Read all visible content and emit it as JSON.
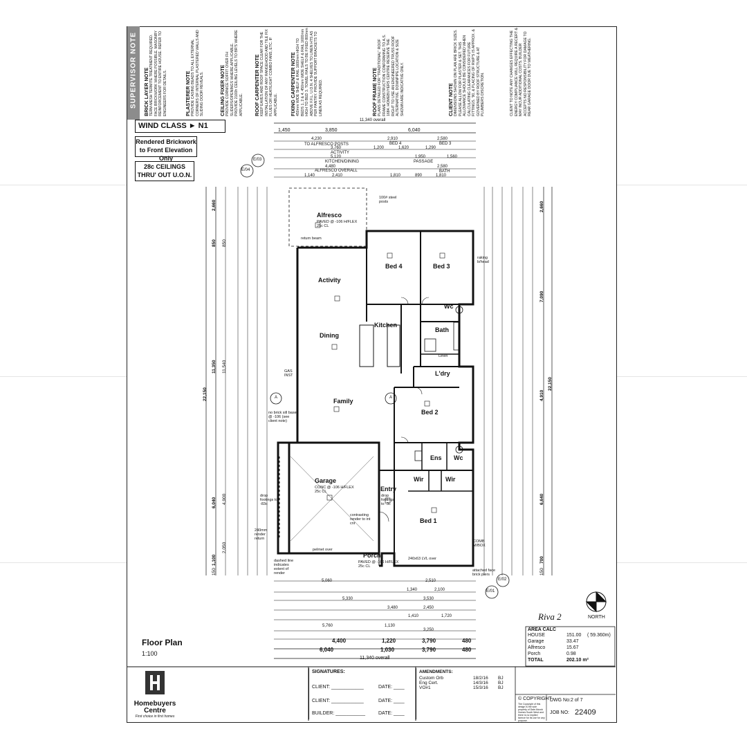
{
  "notes": [
    {
      "title": "BRICK LAYER NOTE",
      "body": "TERM-MESH TERMITE TREATMENT REQUIRED. FACE BRICKWORK WHERE POSSIBLE. MASONRY REINFORCEMENT TO ENTIRE HOUSE. REFER TO ENGINEERS FOR DETAILS."
    },
    {
      "title": "PLASTERER NOTE",
      "body": "PROVIDE CASING BEADS TO ALL EXTERNAL CORNERS OF INTERNAL PLASTERED WALLS AND SLIDING DOOR REVEALS."
    },
    {
      "title": "CEILING FIXER NOTE",
      "body": "PROVIDE CORNICE SOFFIT OVER FH SLIDERS/OPENINGS WHERE APPLICABLE. PROVIDE 2100h CEILING LEVELS TO BR'S WHERE APPLICABLE."
    },
    {
      "title": "ROOF CARPENTER NOTE",
      "body": "KEEP EAVES AND ROOF SPACE CLEAR FOR THE INSTALLATION OF ANY RANGEHOOD AND TILE FIX FLUES OR HEAT/LIGHT COMBO FANS, ETC. IF APPLICABLE."
    },
    {
      "title": "FIXING CARPENTER NOTE",
      "body": "450mm WIDE SHELF & RAIL 1600mm HIGH TO BEDS 1, 2 & 4. 450mm WIDE SHELF & RAIL 1600mm HIGH TO BED 3. TOWEL RAILS TO BE FIXED 800mm ABOVE F.F.L. U.O.N. 4 SHELVES TO LINEN HTS AS PER PANTRY. PROVIDE SUPPORT BRACKETS TO LINEN AS REQUIRED."
    },
    {
      "title": "ROOF FRAME NOTE",
      "body": "PLANS DETAILED FOR \"TRADITIONAL\" ROOF FRAME CONSTRUCTION CONFORMING TO A.S. 1684. HOMEBUYERS CENTRE RESERVE THE RIGHT TO USE AN ENGINEERED TRUSS ROOF ALTERNATIVE. DOWNPIPE LOCATION & SIZE SHOWN ARE INDICATIVE ONLY."
    },
    {
      "title": "CLIENT NOTE",
      "body": "DIMENSIONS SHOWN ON PLAN ARE BRICK SIZES. PLEASE ALLOW FOR PLASTER & SET. THIS ALLOWANCE SHOULD BE CONSIDERED WHEN CALCULATING CLEARANCES FOR FUTURE FITTINGS. '90, & PLACING OF RWP'S IS APPROX. & GOVERNED BY ROOF STRUCTURE & AT PLUMBERS DISCRETION."
    },
    {
      "title": "",
      "body": "CLIENT TO NOTE ANY CHANGES EFFECTING THE ENERGY COMPLIANCE WILL REQUIRE A RECERT & MAY INCUR ADDITIONAL COSTS. BUILDER ACCEPTS NO RESPONSIBILITY FOR DAMAGE TO REAR GARAGE DOOR DUE TO WEATHERING."
    }
  ],
  "supervisor_label": "SUPERVISOR NOTE",
  "wind_class": "WIND CLASS  ►  N1",
  "rendered_note": "Rendered Brickwork to Front Elevation Only",
  "ceilings_note": "28c CEILINGS THRU' OUT U.O.N.",
  "rooms": {
    "alfresco": "Alfresco",
    "alfresco_sub": "PAVED @ -106 H/FLEX 25c CL",
    "activity": "Activity",
    "dining": "Dining",
    "kitchen": "Kitchen",
    "family": "Family",
    "garage": "Garage",
    "garage_sub": "CONC @ -106 H/FLEX 25c CL",
    "entry": "Entry",
    "porch": "Porch",
    "porch_sub": "PAVED @ -106 H/FLEX 25c CL",
    "bed1": "Bed 1",
    "bed2": "Bed 2",
    "bed3": "Bed 3",
    "bed4": "Bed 4",
    "bath": "Bath",
    "wc1": "Wc",
    "wc2": "Wc",
    "ens": "Ens",
    "ldry": "L'dry",
    "wir1": "Wir",
    "wir2": "Wir",
    "linen": "Linen"
  },
  "top_dims": {
    "overall": "11,340",
    "overall_unit": "overall",
    "a": "1,450",
    "b": "3,850",
    "c": "6,040",
    "alfresco_posts": "4,230",
    "alfresco_posts_lbl": "TO ALFRESCO POSTS",
    "activity": "3,760",
    "activity_lbl": "ACTIVITY",
    "kitchen_dining": "5,120",
    "kitchen_dining_lbl": "KITCHEN/DINING",
    "alfresco_overall": "4,480",
    "alfresco_overall_lbl": "ALFRESCO OVERALL",
    "bed4": "2,910",
    "bed4_lbl": "BED 4",
    "bed3": "2,580",
    "bed3_lbl": "BED 3",
    "robe": "1,200",
    "robe2": "1,620",
    "robe3": "1,290",
    "passage": "1,950",
    "passage_lbl": "PASSAGE",
    "wc": "1,560",
    "bath": "2,580",
    "bath_lbl": "BATH",
    "r1": "1,140",
    "r2": "2,410",
    "r3": "1,810",
    "r4": "890",
    "r5": "1,810"
  },
  "bottom_dims": {
    "overall": "11,340",
    "overall_unit": "overall",
    "d1": "5,060",
    "d2": "2,510",
    "pass": "1,340",
    "ldry_linen": "2,100",
    "family": "5,330",
    "bed2": "3,530",
    "entry": "3,480",
    "ensuite": "2,450",
    "wir1": "1,410",
    "wir2": "1,720",
    "garage_internal": "5,760",
    "porch": "1,130",
    "bed1": "3,250",
    "g": "4,400",
    "e": "1,220",
    "f": "3,790",
    "h": "480",
    "p": "6,040",
    "q": "1,030",
    "r": "3,790",
    "s": "480"
  },
  "side_dims": {
    "left_a": "22,150",
    "left_b": "11,350",
    "left_c": "11,540",
    "left_d": "6,040",
    "left_e": "4,900",
    "left_f": "2,050",
    "left_g": "2,660",
    "left_h": "850",
    "left_i": "850",
    "left_j": "1,100",
    "left_k": "150",
    "right_a": "22,150",
    "right_b": "7,090",
    "right_c": "4,910",
    "right_d": "6,640",
    "right_e": "2,660",
    "right_f": "700",
    "right_g": "150"
  },
  "callouts": {
    "e03": "E/03",
    "e04": "E/04",
    "e02": "E/02",
    "e01": "E/01",
    "a3a": "A",
    "a3b": "A"
  },
  "annotations": {
    "return_beam": "return beam",
    "posts": "100# steel posts",
    "gas_inst": "GAS INST",
    "no_brick_sill": "no brick sill base @ -106 (see client note)",
    "drop_footings": "drop footings to -83c",
    "drop_footings2": "drop footings to -3c",
    "render_return": "240mm render return",
    "dashed_line": "dashed line indicates extent of render",
    "contrasting": "contrasting render to int cnr",
    "comb_mbox": "COMB M/BOX",
    "attached_piers": "attached face brick piers",
    "raking": "raking b/head",
    "pelmet": "pelmet over",
    "lvl": "240x63 LVL over"
  },
  "title": "Floor Plan",
  "scale": "1:100",
  "project": "Riva 2",
  "north": "NORTH",
  "area_calc": {
    "title": "AREA CALC",
    "rows": [
      {
        "k": "HOUSE",
        "v": "151.00",
        "x": "( 59.360m)"
      },
      {
        "k": "Garage",
        "v": "33.47",
        "x": ""
      },
      {
        "k": "Alfresco",
        "v": "15.67",
        "x": ""
      },
      {
        "k": "Porch",
        "v": "0.98",
        "x": ""
      }
    ],
    "total_k": "TOTAL",
    "total_v": "202.10 m²"
  },
  "title_block": {
    "signatures": "SIGNATURES:",
    "client1": "CLIENT:",
    "date1": "DATE:",
    "client2": "CLIENT:",
    "date2": "DATE:",
    "builder": "BUILDER:",
    "date3": "DATE:",
    "amendments": "AMENDMENTS:",
    "amend_rows": [
      {
        "t": "Custom Orb",
        "d": "18/2/16",
        "i": "BJ"
      },
      {
        "t": "Eng Cert.",
        "d": "14/3/16",
        "i": "BJ"
      },
      {
        "t": "VO#1",
        "d": "15/3/16",
        "i": "BJ"
      }
    ],
    "copyright": "COPYRIGHT",
    "copyright_text": "The Copyright of this design is the sole property of Dale Alcock Homes South West and there is no implied licence for its use for any purpose.",
    "dwg": "DWG No:2 of 7",
    "job_lbl": "JOB NO:",
    "job_no": "22409",
    "brand1": "Homebuyers",
    "brand2": "Centre",
    "brand_tag": "First choice in first homes"
  }
}
